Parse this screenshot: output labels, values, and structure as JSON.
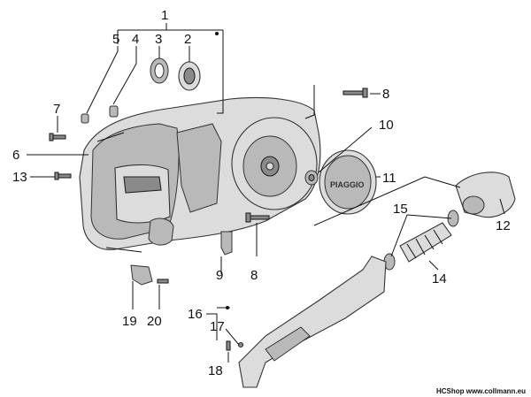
{
  "callouts": [
    "1",
    "2",
    "3",
    "4",
    "5",
    "6",
    "7",
    "8",
    "8",
    "9",
    "10",
    "11",
    "12",
    "13",
    "14",
    "15",
    "16",
    "17",
    "18",
    "19",
    "20"
  ],
  "credit": "HCShop www.collmann.eu",
  "brand_mark": "PIAGGIO"
}
